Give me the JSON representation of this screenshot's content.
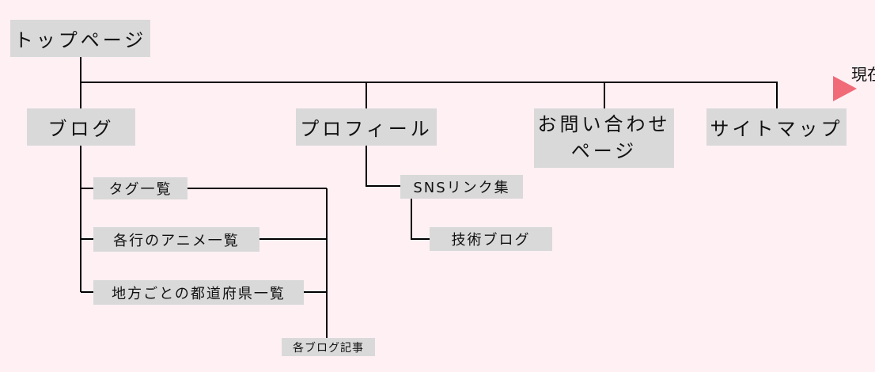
{
  "nodes": {
    "top": "トップページ",
    "blog": "ブログ",
    "profile": "プロフィール",
    "contact_line1": "お問い合わせ",
    "contact_line2": "ページ",
    "sitemap": "サイトマップ",
    "tag_list": "タグ一覧",
    "anime_list": "各行のアニメ一覧",
    "region_list": "地方ごとの都道府県一覧",
    "blog_posts": "各ブログ記事",
    "sns_links": "SNSリンク集",
    "tech_blog": "技術ブログ"
  },
  "marker": {
    "label": "現在",
    "color": "#f06a78"
  },
  "colors": {
    "background": "#fff0f4",
    "box": "#d9d9d9",
    "line": "#000000"
  }
}
